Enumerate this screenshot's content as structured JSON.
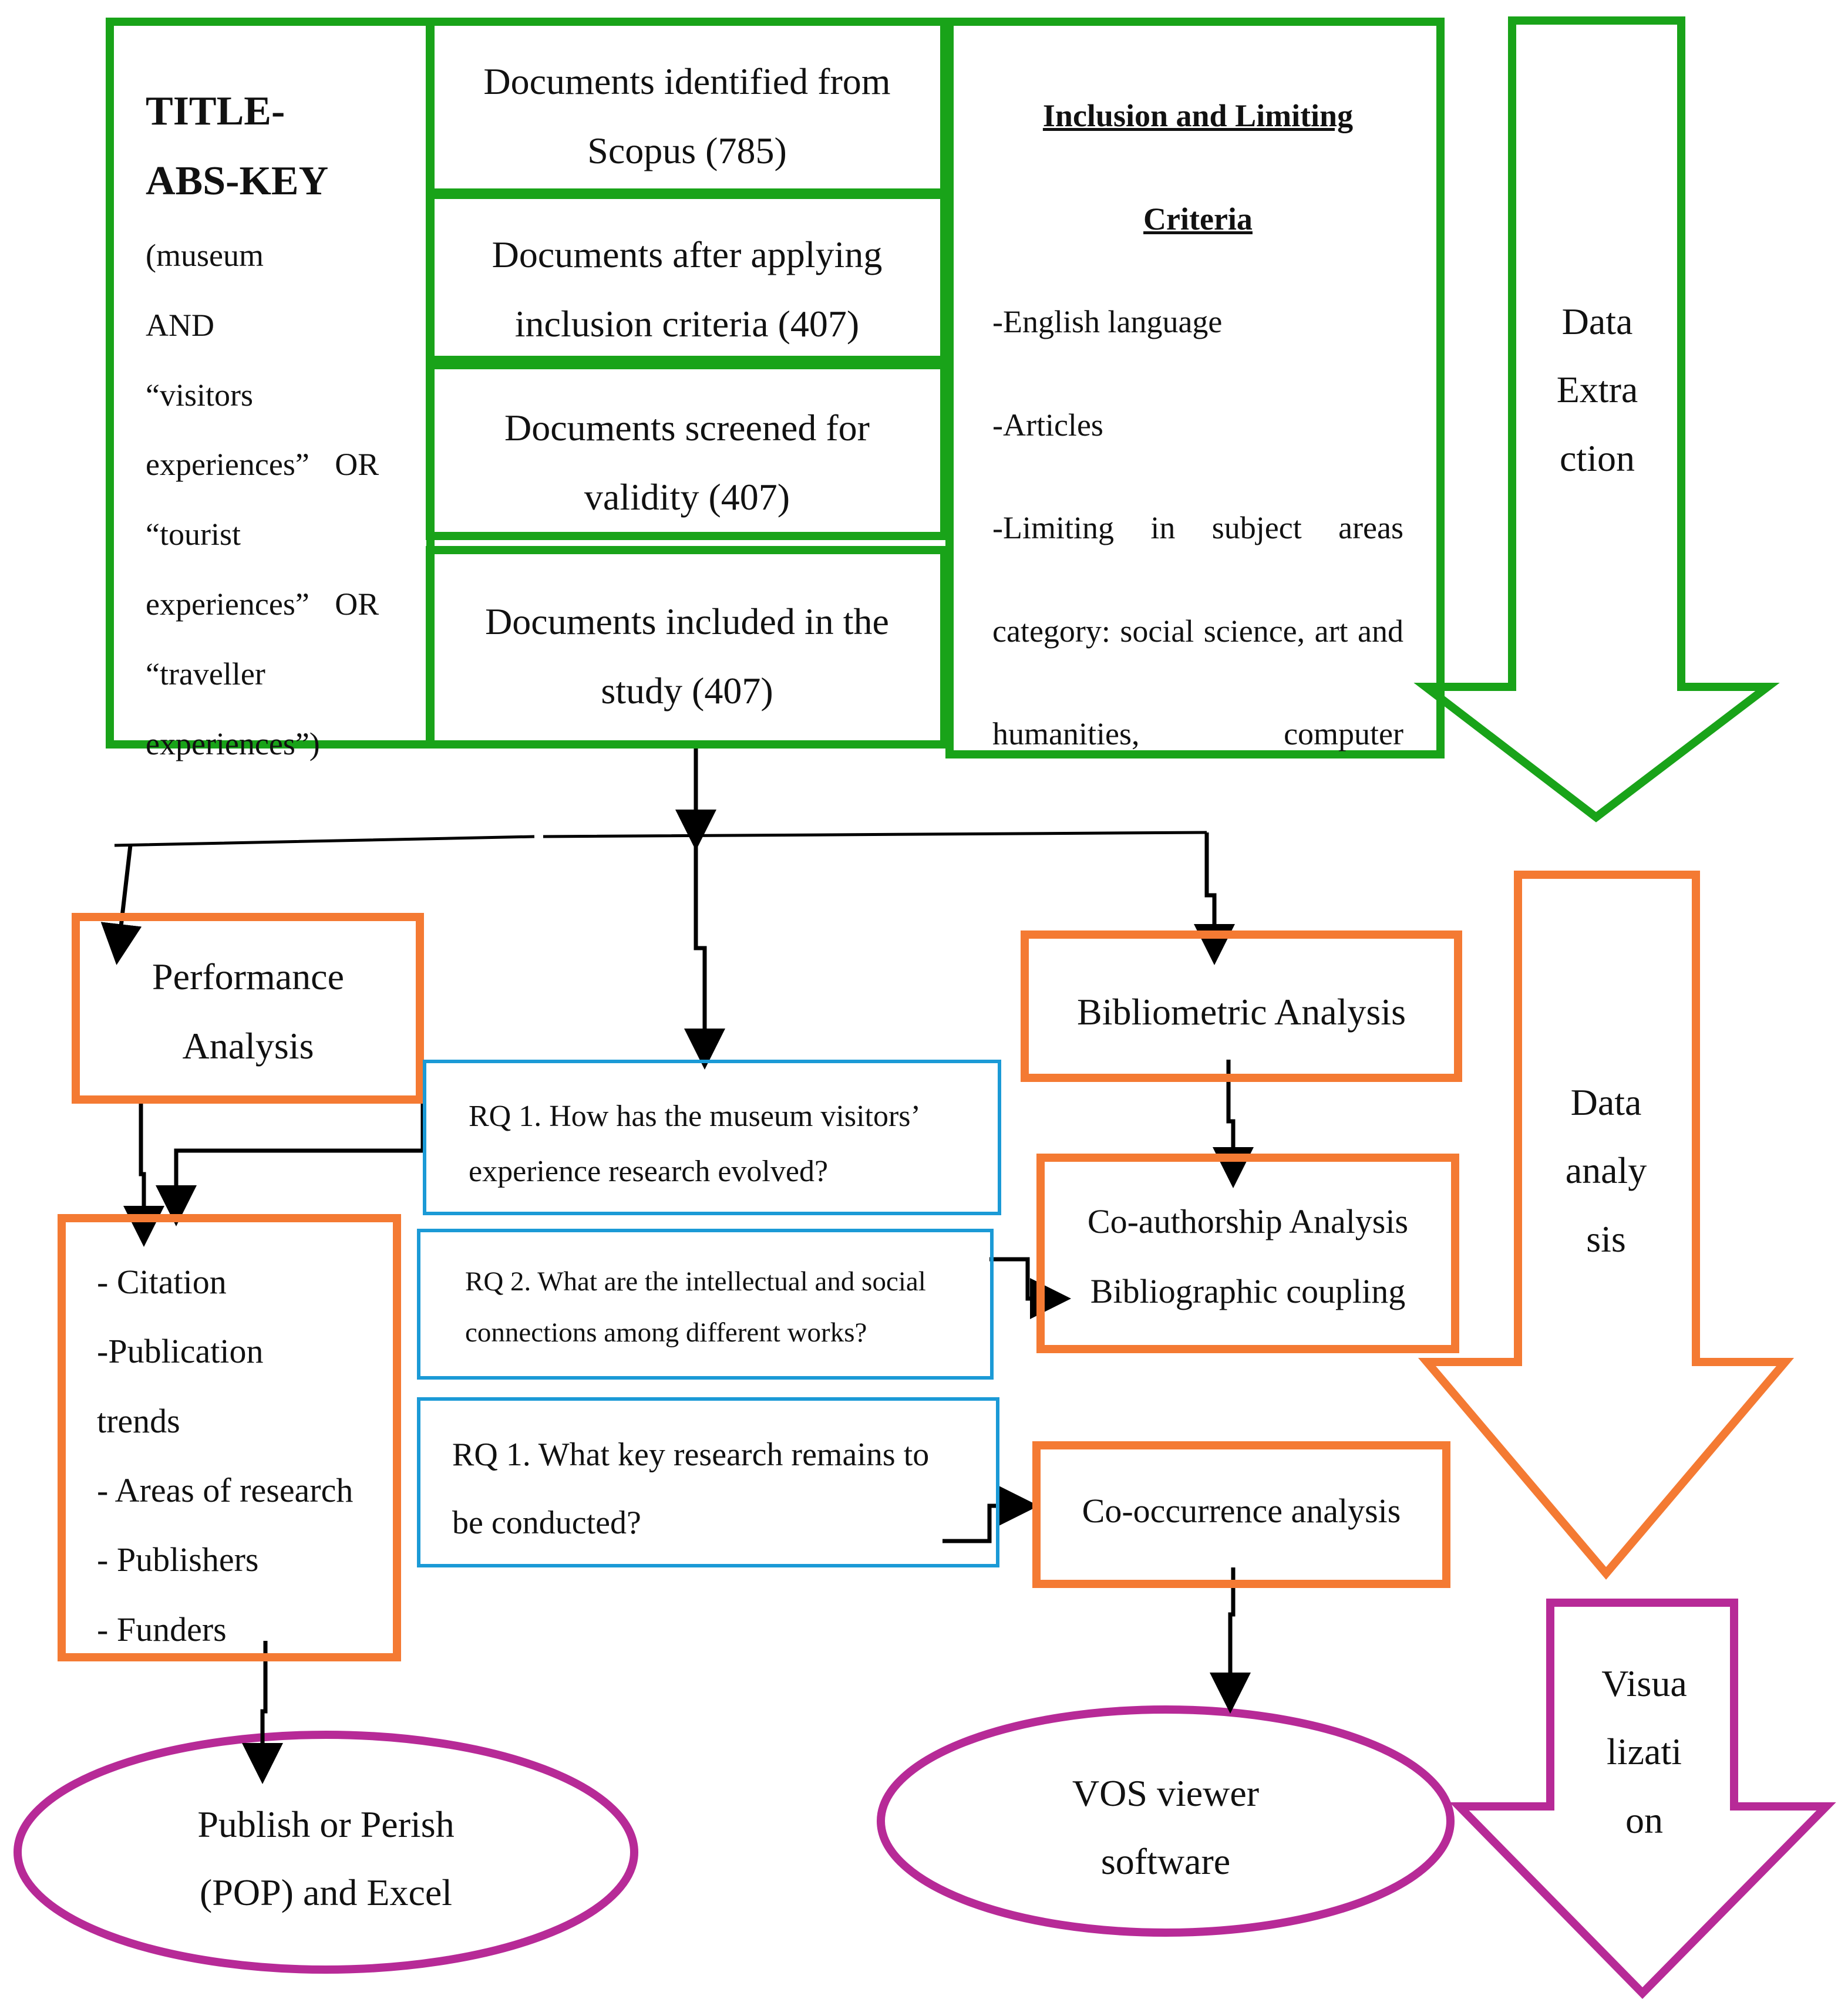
{
  "search": {
    "title_line1": "TITLE-",
    "title_line2": "ABS-KEY",
    "query_lines": [
      "(museum AND",
      "“visitors",
      "experiences” OR",
      "“tourist",
      "experiences” OR",
      "“traveller",
      "experiences”)"
    ]
  },
  "steps": [
    {
      "line1": "Documents identified from",
      "line2": "Scopus (785)"
    },
    {
      "line1": "Documents after applying",
      "line2": "inclusion criteria (407)"
    },
    {
      "line1": "Documents screened for",
      "line2": "validity (407)"
    },
    {
      "line1": "Documents included in the",
      "line2": "study (407)"
    }
  ],
  "criteria": {
    "heading_line1": "Inclusion and Limiting",
    "heading_line2": "Criteria",
    "items": [
      "-English language",
      "-Articles",
      "-Limiting in subject areas category: social science, art and humanities, computer"
    ]
  },
  "stages": {
    "extraction": [
      "Data",
      "Extra",
      "ction"
    ],
    "analysis": [
      "Data",
      "analy",
      "sis"
    ],
    "visualization": [
      "Visua",
      "lizati",
      "on"
    ]
  },
  "performance": {
    "title_line1": "Performance",
    "title_line2": "Analysis",
    "items": [
      "- Citation",
      "-Publication",
      "trends",
      "- Areas of research",
      "- Publishers",
      "- Funders"
    ]
  },
  "rq": [
    {
      "line1": "RQ 1. How has the museum visitors’",
      "line2": "experience research evolved?"
    },
    {
      "line1": "RQ 2. What are the intellectual and social",
      "line2": "connections among different works?"
    },
    {
      "line1": "RQ 1. What key research remains to",
      "line2": "be conducted?"
    }
  ],
  "bibliometric": {
    "title": "Bibliometric Analysis",
    "coauthor_line1": "Co-authorship Analysis",
    "coauthor_line2": "Bibliographic coupling",
    "cooccurrence": "Co-occurrence analysis"
  },
  "tools": {
    "pop_line1": "Publish or Perish",
    "pop_line2": "(POP) and Excel",
    "vos_line1": "VOS viewer",
    "vos_line2": "software"
  },
  "colors": {
    "green": "#19a319",
    "orange": "#f47a33",
    "blue": "#1b9ad6",
    "purple": "#b72a97"
  }
}
